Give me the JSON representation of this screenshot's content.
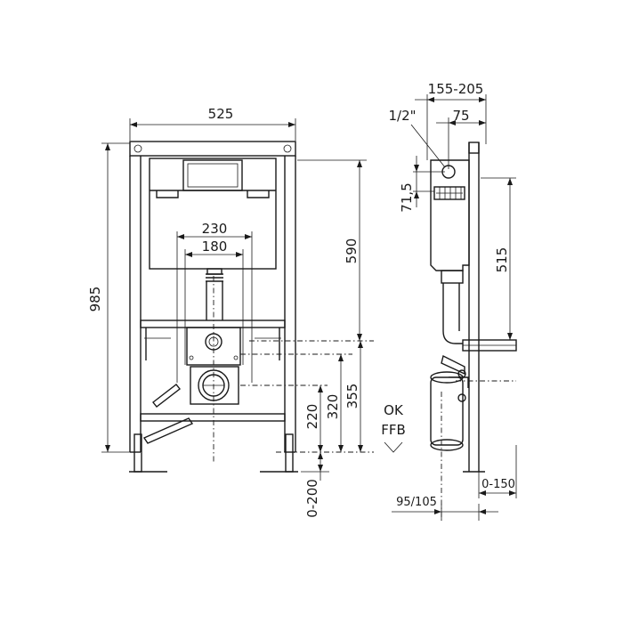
{
  "dimensions": {
    "width_525": "525",
    "height_985": "985",
    "height_590": "590",
    "width_230": "230",
    "width_180": "180",
    "height_220": "220",
    "height_320": "320",
    "height_355": "355",
    "range_0_200": "0-200",
    "depth_155_205": "155-205",
    "pipe_1_2": "1/2\"",
    "depth_75": "75",
    "height_71_5": "71,5",
    "height_515": "515",
    "depth_0_150": "0-150",
    "depth_95_105": "95/105"
  },
  "labels": {
    "ok": "OK",
    "ffb": "FFB"
  }
}
